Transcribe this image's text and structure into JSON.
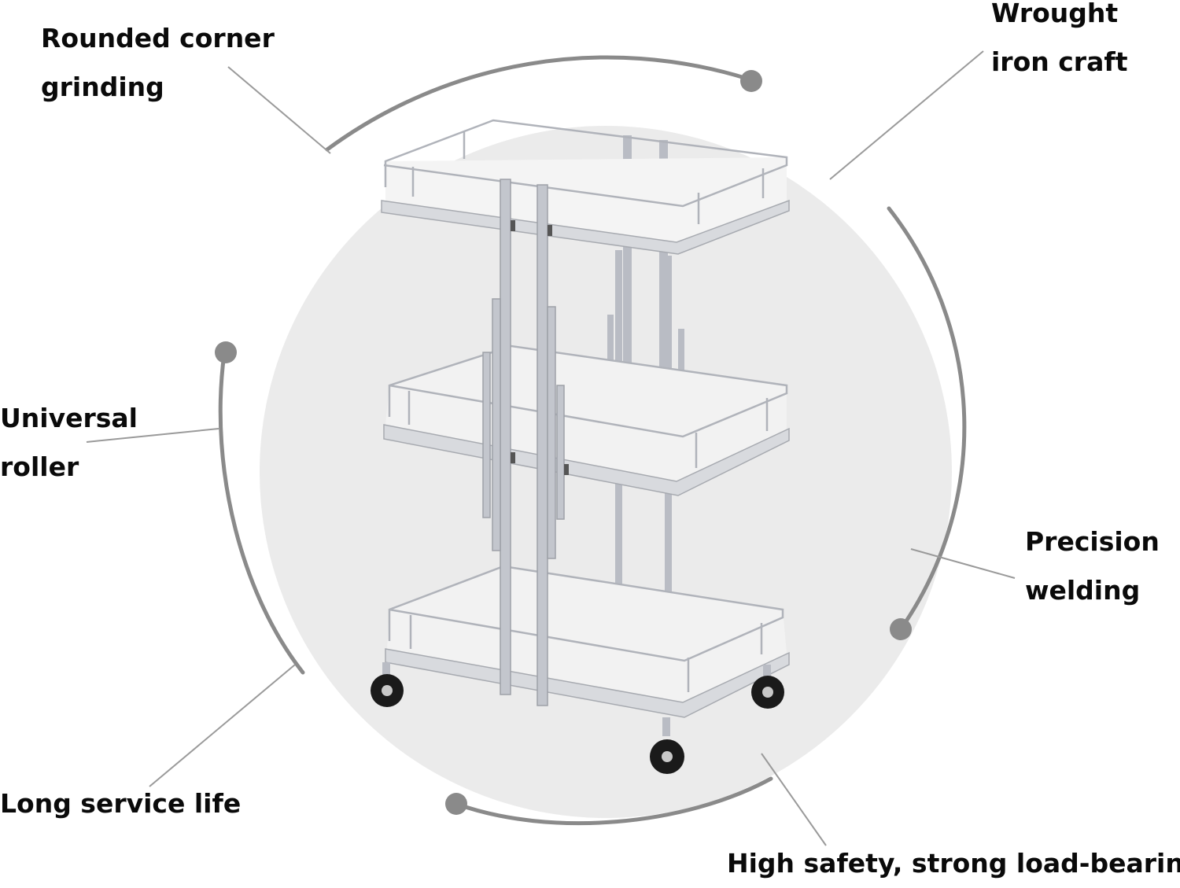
{
  "features": {
    "rounded_corner": {
      "line1": "Rounded corner",
      "line2": "grinding"
    },
    "wrought_iron": {
      "line1": "Wrought",
      "line2": "iron craft"
    },
    "universal_roller": {
      "line1": "Universal",
      "line2": "roller"
    },
    "precision_welding": {
      "line1": "Precision",
      "line2": "welding"
    },
    "long_service": {
      "line1": "Long service life"
    },
    "high_safety": {
      "line1": "High safety, strong load-bearing"
    }
  },
  "colors": {
    "circle_fill": "#ebebeb",
    "arc": "#8a8a8a",
    "leader_line": "#9a9a9a",
    "frame": "#b9bcc4",
    "frame_dark": "#9ea1a8",
    "shelf": "#f2f2f2",
    "wheel": "#1a1a1a"
  }
}
